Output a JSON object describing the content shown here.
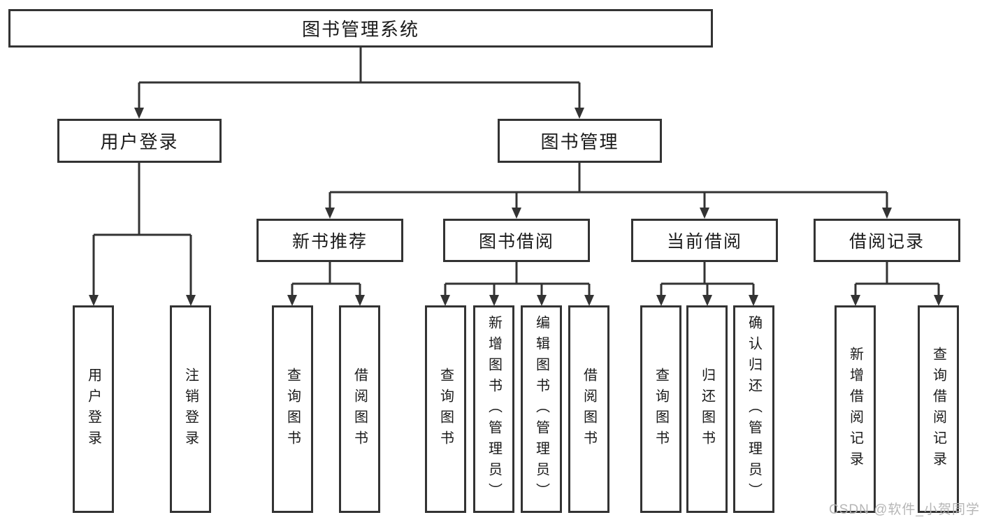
{
  "diagram": {
    "root": {
      "label": "图书管理系统"
    },
    "level2": [
      {
        "label": "用户登录"
      },
      {
        "label": "图书管理"
      }
    ],
    "level3": [
      {
        "label": "新书推荐"
      },
      {
        "label": "图书借阅"
      },
      {
        "label": "当前借阅"
      },
      {
        "label": "借阅记录"
      }
    ],
    "leaves": [
      {
        "label": "用户登录",
        "parent": "用户登录"
      },
      {
        "label": "注销登录",
        "parent": "用户登录"
      },
      {
        "label": "查询图书",
        "parent": "新书推荐"
      },
      {
        "label": "借阅图书",
        "parent": "新书推荐"
      },
      {
        "label": "查询图书",
        "parent": "图书借阅"
      },
      {
        "label": "新增图书（管理员）",
        "parent": "图书借阅"
      },
      {
        "label": "编辑图书（管理员）",
        "parent": "图书借阅"
      },
      {
        "label": "借阅图书",
        "parent": "图书借阅"
      },
      {
        "label": "查询图书",
        "parent": "当前借阅"
      },
      {
        "label": "归还图书",
        "parent": "当前借阅"
      },
      {
        "label": "确认归还（管理员）",
        "parent": "当前借阅"
      },
      {
        "label": "新增借阅记录",
        "parent": "借阅记录"
      },
      {
        "label": "查询借阅记录",
        "parent": "借阅记录"
      }
    ]
  },
  "watermark": "CSDN @软件_小贺同学",
  "colors": {
    "line": "#333333",
    "text": "#1a1a1a",
    "background": "#ffffff",
    "watermark": "#b2b2b2"
  }
}
